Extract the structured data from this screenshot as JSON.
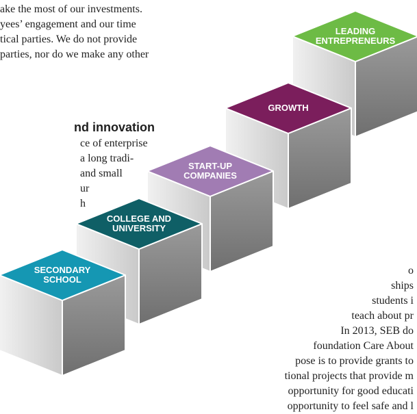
{
  "intro_lines": [
    "ake the most of our investments.",
    "yees’ engagement and our time",
    "tical parties. We do not provide",
    "parties, nor do we make any other"
  ],
  "heading": "nd innovation",
  "left_lines": [
    "ce of enterprise",
    "a long tradi-",
    "and small",
    "ur",
    "h"
  ],
  "right_lines": [
    "o",
    "ships",
    "students i",
    "teach about pr",
    "In 2013, SEB do",
    "foundation Care About",
    "pose is to provide grants to",
    "tional projects that provide m",
    "opportunity for good educati",
    "opportunity to feel safe and l"
  ],
  "stray_char": "o",
  "steps": [
    {
      "lines": [
        "SECONDARY",
        "SCHOOL"
      ],
      "color": "#1597b3"
    },
    {
      "lines": [
        "COLLEGE AND",
        "UNIVERSITY"
      ],
      "color": "#0f5f66"
    },
    {
      "lines": [
        "START-UP",
        "COMPANIES"
      ],
      "color": "#a17cb3"
    },
    {
      "lines": [
        "GROWTH"
      ],
      "color": "#7b1e5c"
    },
    {
      "lines": [
        "LEADING",
        "ENTREPRENEURS"
      ],
      "color": "#6dbb45"
    }
  ]
}
